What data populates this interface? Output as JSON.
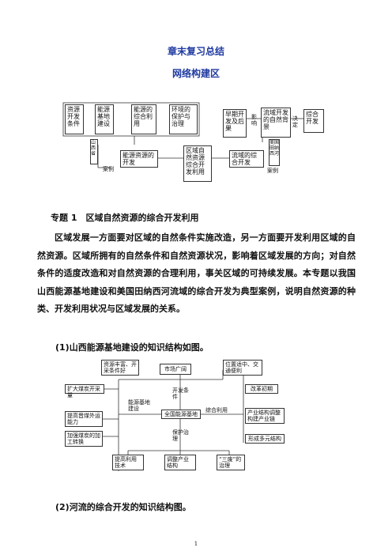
{
  "title": "章末复习总结",
  "subtitle": "网络构建区",
  "diagram1": {
    "box_resource": "资源开发条件",
    "box_energy_base": "能源基地建设",
    "box_energy_use": "能源的综合利用",
    "box_env": "环境的保护与治理",
    "box_shanxi": "山西省",
    "box_energy_dev": "能源资源的开发",
    "box_regional": "区域自然资源综合开发利用",
    "box_river": "流域的综合开发",
    "box_early": "早期开发及后果",
    "label_influence": "影响",
    "box_background": "流域开发的自然背景",
    "label_decide": "决定",
    "box_comprehensive": "综合开发",
    "box_tva": "美国田纳西河",
    "label_case1": "案例",
    "label_case2": "案例"
  },
  "heading": "专题 1　区域自然资源的综合开发利用",
  "paragraph": "区域发展一方面要对区域的自然条件实施改造，另一方面要开发利用区域的自然资源。区域所拥有的自然条件和自然资源状况，影响着区域发展的方向；对自然条件的适度改造和对自然资源的合理利用，事关区域的可持续发展。本专题以我国山西能源基地建设和美国田纳西河流域的综合开发为典型案例，说明自然资源的种类、开发利用状况与区域发展的关系。",
  "sub1": "(1)山西能源基地建设的知识结构如图。",
  "diagram2": {
    "box_rich": "资源丰富、开采条件好",
    "box_market": "市场广阔",
    "box_location": "位置适中、交通便利",
    "box_expand": "扩大煤炭开采量",
    "label_base": "能源基地建设",
    "label_conditions": "开发条件",
    "box_reform": "改革初期",
    "box_transport": "提高晋煤外运能力",
    "box_national": "全国能源基地",
    "label_utilize": "综合利用",
    "box_industry": "产业结构调整构建产业链",
    "box_process": "加强煤炭的加工转换",
    "label_protect": "保护治理",
    "box_multi": "形成多元结构",
    "box_tech": "提高利用技术",
    "box_adjust": "调整产业结构",
    "box_waste": "“三废”的治理"
  },
  "sub2": "(2)河流的综合开发的知识结构图。",
  "page_number": "1"
}
